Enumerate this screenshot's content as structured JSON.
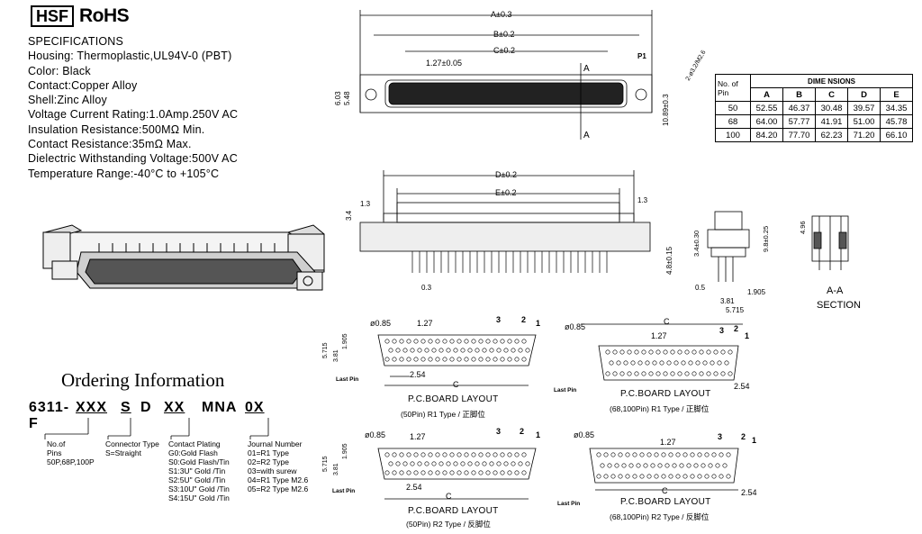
{
  "logo": {
    "hsf": "HSF",
    "rohs": "RoHS"
  },
  "specs": {
    "title": "SPECIFICATIONS",
    "lines": [
      "Housing: Thermoplastic,UL94V-0 (PBT)",
      "Color: Black",
      "Contact:Copper Alloy",
      "Shell:Zinc Alloy",
      "Voltage Current Rating:1.0Amp.250V AC",
      "Insulation Resistance:500MΩ   Min.",
      "Contact Resistance:35mΩ   Max.",
      "Dielectric Withstanding Voltage:500V AC",
      "Temperature Range:-40°C to +105°C"
    ]
  },
  "ordering": {
    "title": "Ordering Information",
    "code_parts": [
      "6311-F",
      "XXX",
      "S",
      "D",
      "XX",
      "MNA",
      "0X"
    ],
    "pins_label": [
      "No.of",
      "Pins",
      "50P,68P,100P"
    ],
    "type_label": [
      "Connector Type",
      "S=Straight"
    ],
    "plating_label": [
      "Contact Plating",
      "G0:Gold Flash",
      "S0:Gold Flash/Tin",
      "S1:3U\" Gold /Tin",
      "S2:5U\" Gold /Tin",
      "S3:10U\" Gold /Tin",
      "S4:15U\" Gold /Tin"
    ],
    "journal_label": [
      "Journal Number",
      "01=R1 Type",
      "02=R2 Type",
      "03=with surew",
      "04=R1 Type M2.6",
      "05=R2 Type M2.6"
    ]
  },
  "dim_table": {
    "corner_top": "No. of",
    "corner_bottom": "Pin",
    "group_header": "DIME NSIONS",
    "columns": [
      "A",
      "B",
      "C",
      "D",
      "E"
    ],
    "rows": [
      {
        "pin": "50",
        "values": [
          "52.55",
          "46.37",
          "30.48",
          "39.57",
          "34.35"
        ]
      },
      {
        "pin": "68",
        "values": [
          "64.00",
          "57.77",
          "41.91",
          "51.00",
          "45.78"
        ]
      },
      {
        "pin": "100",
        "values": [
          "84.20",
          "77.70",
          "62.23",
          "71.20",
          "66.10"
        ]
      }
    ]
  },
  "top_view": {
    "dim_a": "A±0.3",
    "dim_b": "B±0.2",
    "dim_c": "C±0.2",
    "pitch": "1.27±0.05",
    "p1": "P1",
    "screw": "2-ø3.2/M2.6",
    "h1": "6.03",
    "h2": "5.48",
    "h3": "10.89±0.3",
    "sec": "A"
  },
  "side_view": {
    "dim_d": "D±0.2",
    "dim_e": "E±0.2",
    "left": "1.3",
    "right": "1.3",
    "h": "3.4",
    "pin": "0.3",
    "ht1": "4.8±0.15"
  },
  "end_view": {
    "v1": "3.4±0.30",
    "v2": "9.8±0.25",
    "v3": "0.5",
    "v4": "3.81",
    "v5": "1.905",
    "v6": "5.715"
  },
  "section": {
    "dim": "4.96",
    "label1": "A-A",
    "label2": "SECTION"
  },
  "layouts": [
    {
      "title": "P.C.BOARD  LAYOUT",
      "sub": "(50Pin) R1 Type / 正脚位",
      "c": "C",
      "pitch": "1.27",
      "p254": "2.54",
      "d085": "ø0.85",
      "last": "Last Pin",
      "n1": "1",
      "n2": "2",
      "n3": "3",
      "h1": "1.905",
      "h2": "5.715",
      "h3": "3.81"
    },
    {
      "title": "P.C.BOARD  LAYOUT",
      "sub": "(68,100Pin) R1 Type / 正脚位",
      "c": "C",
      "pitch": "1.27",
      "p254": "2.54",
      "d085": "ø0.85",
      "last": "Last Pin",
      "n1": "1",
      "n2": "2",
      "n3": "3"
    },
    {
      "title": "P.C.BOARD  LAYOUT",
      "sub": "(50Pin) R2 Type / 反脚位",
      "c": "C",
      "pitch": "1.27",
      "p254": "2.54",
      "d085": "ø0.85",
      "last": "Last Pin",
      "n1": "1",
      "n2": "2",
      "n3": "3",
      "h1": "1.905",
      "h2": "5.715",
      "h3": "3.81"
    },
    {
      "title": "P.C.BOARD  LAYOUT",
      "sub": "(68,100Pin) R2 Type / 反脚位",
      "c": "C",
      "pitch": "1.27",
      "p254": "2.54",
      "d085": "ø0.85",
      "last": "Last Pin",
      "n1": "1",
      "n2": "2",
      "n3": "3"
    }
  ]
}
